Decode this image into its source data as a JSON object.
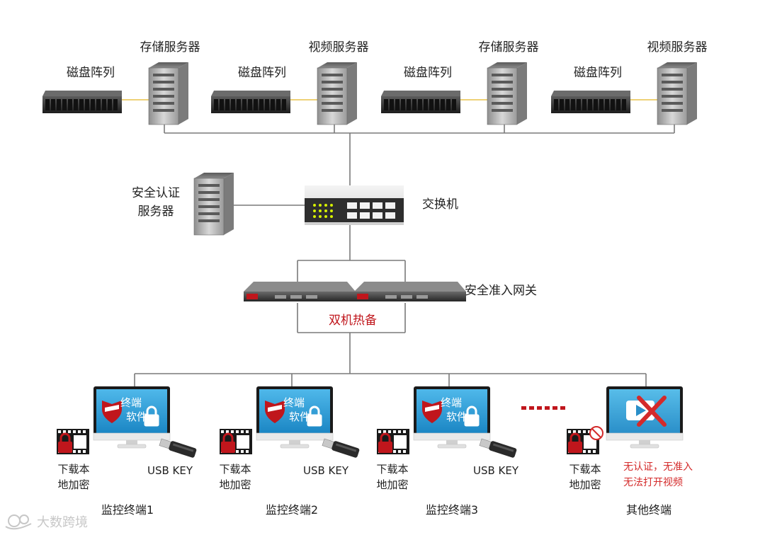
{
  "top_row": {
    "groups": [
      {
        "disk_label": "磁盘阵列",
        "server_label": "存储服务器"
      },
      {
        "disk_label": "磁盘阵列",
        "server_label": "视频服务器"
      },
      {
        "disk_label": "磁盘阵列",
        "server_label": "存储服务器"
      },
      {
        "disk_label": "磁盘阵列",
        "server_label": "视频服务器"
      }
    ]
  },
  "auth_server": {
    "label_line1": "安全认证",
    "label_line2": "服务器"
  },
  "switch": {
    "label": "交换机"
  },
  "gateway": {
    "label": "安全准入网关",
    "hot_standby": "双机热备"
  },
  "terminals": [
    {
      "screen_line1": "终端",
      "screen_line2": "软件",
      "local_line1": "下载本",
      "local_line2": "地加密",
      "usb_label": "USB KEY",
      "name": "监控终端1"
    },
    {
      "screen_line1": "终端",
      "screen_line2": "软件",
      "local_line1": "下载本",
      "local_line2": "地加密",
      "usb_label": "USB KEY",
      "name": "监控终端2"
    },
    {
      "screen_line1": "终端",
      "screen_line2": "软件",
      "local_line1": "下载本",
      "local_line2": "地加密",
      "usb_label": "USB KEY",
      "name": "监控终端3"
    }
  ],
  "other_terminal": {
    "local_line1": "下载本",
    "local_line2": "地加密",
    "warn_line1": "无认证，无准入",
    "warn_line2": "无法打开视频",
    "name": "其他终端"
  },
  "watermark": "大数跨境",
  "colors": {
    "line": "#7a7a7a",
    "fiber": "#e8c24a",
    "accent_red": "#c0161c",
    "warn_red": "#d42a2a",
    "screen_blue": "#2f9fd8"
  }
}
